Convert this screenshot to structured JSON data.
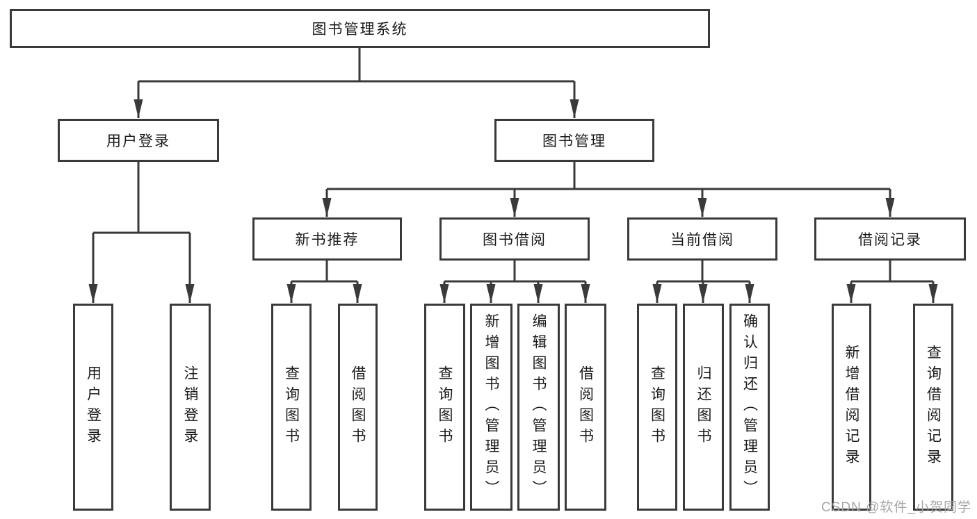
{
  "page": {
    "colors": {
      "background": "#ffffff",
      "line": "#3a3a3a",
      "text": "#1a1a1a",
      "watermark": "#a6a6a6"
    }
  },
  "diagram": {
    "root": {
      "label": "图书管理系统",
      "children": [
        {
          "label": "用户登录",
          "children": [
            {
              "label": "用户登录"
            },
            {
              "label": "注销登录"
            }
          ]
        },
        {
          "label": "图书管理",
          "children": [
            {
              "label": "新书推荐",
              "children": [
                {
                  "label": "查询图书"
                },
                {
                  "label": "借阅图书"
                }
              ]
            },
            {
              "label": "图书借阅",
              "children": [
                {
                  "label": "查询图书"
                },
                {
                  "label": "新增图书（管理员）"
                },
                {
                  "label": "编辑图书（管理员）"
                },
                {
                  "label": "借阅图书"
                }
              ]
            },
            {
              "label": "当前借阅",
              "children": [
                {
                  "label": "查询图书"
                },
                {
                  "label": "归还图书"
                },
                {
                  "label": "确认归还（管理员）"
                }
              ]
            },
            {
              "label": "借阅记录",
              "children": [
                {
                  "label": "新增借阅记录"
                },
                {
                  "label": "查询借阅记录"
                }
              ]
            }
          ]
        }
      ]
    }
  },
  "watermark": {
    "text": "CSDN @软件_小贺同学"
  }
}
